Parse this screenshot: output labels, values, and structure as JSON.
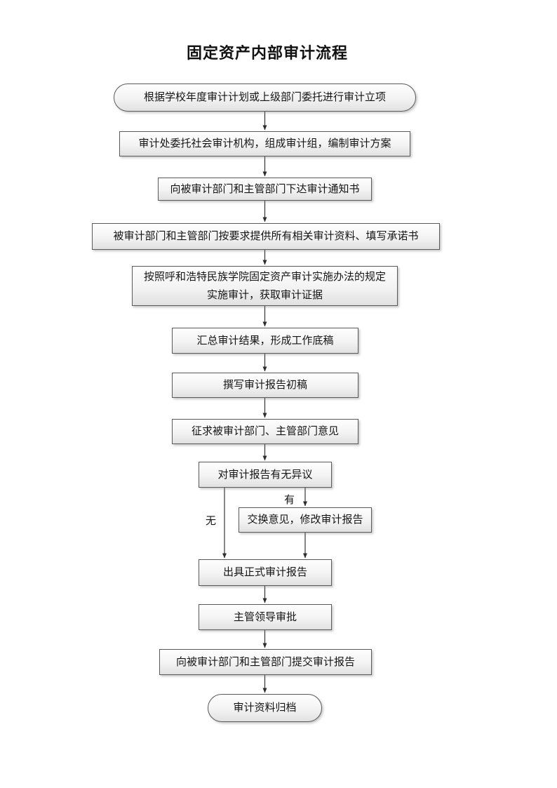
{
  "page": {
    "title": "固定资产内部审计流程"
  },
  "flowchart": {
    "nodes": [
      {
        "id": "start",
        "type": "terminator",
        "label": "根据学校年度审计计划或上级部门委托进行审计立项"
      },
      {
        "id": "form-team",
        "type": "process",
        "label": "审计处委托社会审计机构，组成审计组，编制审计方案"
      },
      {
        "id": "issue-notice",
        "type": "process",
        "label": "向被审计部门和主管部门下达审计通知书"
      },
      {
        "id": "provide-material",
        "type": "process",
        "label": "被审计部门和主管部门按要求提供所有相关审计资料、填写承诺书"
      },
      {
        "id": "implement-audit",
        "type": "process",
        "label": "按照呼和浩特民族学院固定资产审计实施办法的规定\n实施审计，获取审计证据"
      },
      {
        "id": "summarize",
        "type": "process",
        "label": "汇总审计结果，形成工作底稿"
      },
      {
        "id": "draft-report",
        "type": "process",
        "label": "撰写审计报告初稿"
      },
      {
        "id": "seek-opinions",
        "type": "process",
        "label": "征求被审计部门、主管部门意见"
      },
      {
        "id": "objection-check",
        "type": "decision",
        "label": "对审计报告有无异议"
      },
      {
        "id": "revise-report",
        "type": "process",
        "label": "交换意见，修改审计报告"
      },
      {
        "id": "issue-report",
        "type": "process",
        "label": "出具正式审计报告"
      },
      {
        "id": "leader-approval",
        "type": "process",
        "label": "主管领导审批"
      },
      {
        "id": "submit-report",
        "type": "process",
        "label": "向被审计部门和主管部门提交审计报告"
      },
      {
        "id": "archive",
        "type": "terminator",
        "label": "审计资料归档"
      }
    ],
    "branch_labels": {
      "yes": "有",
      "no": "无"
    }
  },
  "colors": {
    "node_border": "#5a5a5a",
    "node_fill_top": "#fefefe",
    "node_fill_bottom": "#e1e1e1",
    "connector": "#353535",
    "text": "#141414",
    "page_background": "#ffffff"
  }
}
